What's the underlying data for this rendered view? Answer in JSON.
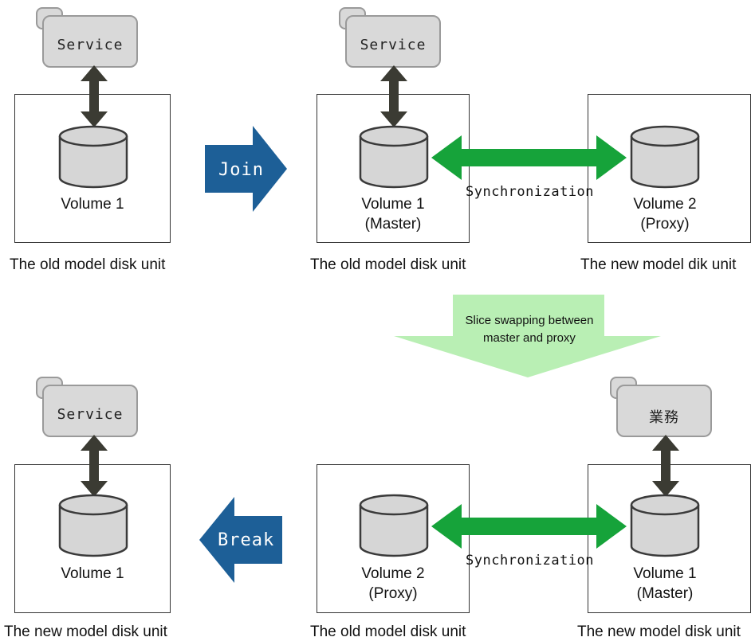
{
  "colors": {
    "service_fill": "#d9d9d9",
    "service_stroke": "#9a9a9a",
    "cylinder_fill": "#d6d6d6",
    "cylinder_stroke": "#3a3a3a",
    "io_arrow": "#3b3b33",
    "sync_arrow": "#16a33a",
    "action_arrow": "#1d5f97",
    "swap_arrow": "#b9efb4"
  },
  "steps": {
    "join_label": "Join",
    "break_label": "Break",
    "swap_label_line1": "Slice swapping between",
    "swap_label_line2": "master and proxy"
  },
  "panel1": {
    "service": "Service",
    "volume": "Volume 1",
    "caption": "The old model disk unit"
  },
  "panel2": {
    "service": "Service",
    "master_volume": "Volume 1",
    "master_role": "(Master)",
    "proxy_volume": "Volume 2",
    "proxy_role": "(Proxy)",
    "sync": "Synchronization",
    "caption_left": "The old model disk unit",
    "caption_right": "The new model dik unit"
  },
  "panel3": {
    "service": "業務",
    "proxy_volume": "Volume 2",
    "proxy_role": "(Proxy)",
    "master_volume": "Volume 1",
    "master_role": "(Master)",
    "sync": "Synchronization",
    "caption_left": "The old model disk unit",
    "caption_right": "The new model disk unit"
  },
  "panel4": {
    "service": "Service",
    "volume": "Volume 1",
    "caption": "The new model disk unit"
  }
}
